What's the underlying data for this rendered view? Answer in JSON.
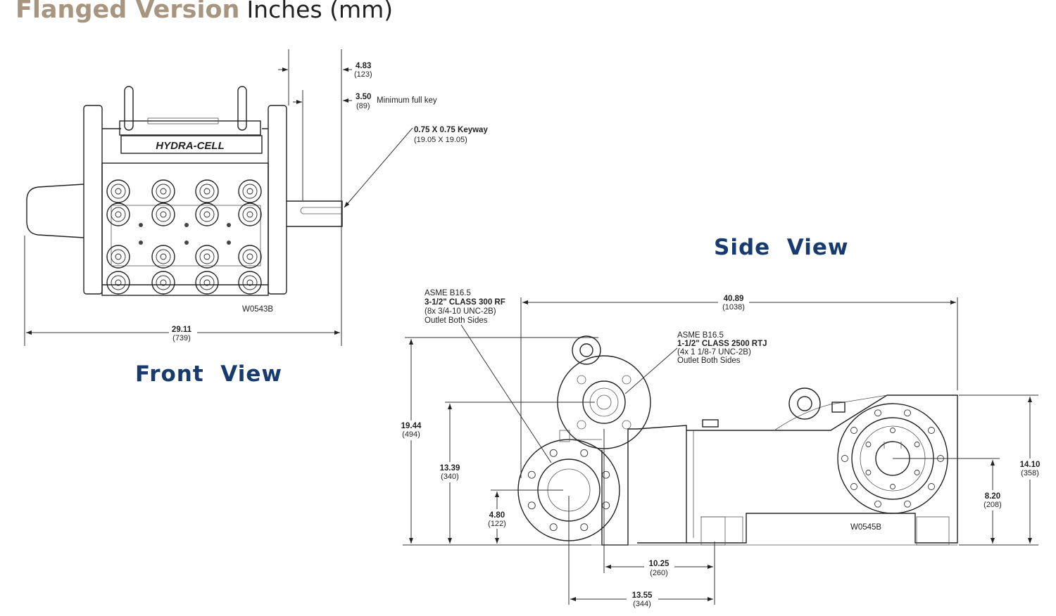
{
  "header": {
    "title_bold": "Flanged Version",
    "title_units": "Inches (mm)"
  },
  "colors": {
    "title_bold": "#a89580",
    "view_label": "#173b6e",
    "linework": "#222222"
  },
  "front_view": {
    "label": "Front  View",
    "brand_plate": "HYDRA-CELL",
    "drawing_code": "W0543B",
    "dims": {
      "width": {
        "value": "29.11",
        "mm": "(739)"
      },
      "shaft_total": {
        "value": "4.83",
        "mm": "(123)"
      },
      "key": {
        "value": "3.50",
        "mm": "(89)",
        "note": "Minimum full key"
      },
      "keyway": {
        "value": "0.75 X 0.75 Keyway",
        "mm": "(19.05 X 19.05)"
      }
    }
  },
  "side_view": {
    "label": "Side  View",
    "drawing_code": "W0545B",
    "outlet_note": [
      "ASME B16.5",
      "3-1/2\" CLASS 300 RF",
      "(8x 3/4-10 UNC-2B)",
      "Outlet Both Sides"
    ],
    "inlet_note": [
      "ASME B16.5",
      "1-1/2\" CLASS 2500 RTJ",
      "(4x 1 1/8-7 UNC-2B)",
      "Outlet Both Sides"
    ],
    "dims": {
      "overall_length": {
        "value": "40.89",
        "mm": "(1038)"
      },
      "overall_height": {
        "value": "19.44",
        "mm": "(494)"
      },
      "upper_flange_height": {
        "value": "13.39",
        "mm": "(340)"
      },
      "lower_flange_height": {
        "value": "4.80",
        "mm": "(122)"
      },
      "bearing_height": {
        "value": "14.10",
        "mm": "(358)"
      },
      "shaft_center_height": {
        "value": "8.20",
        "mm": "(208)"
      },
      "flange_to_foot": {
        "value": "10.25",
        "mm": "(260)"
      },
      "outlet_to_foot": {
        "value": "13.55",
        "mm": "(344)"
      }
    }
  }
}
